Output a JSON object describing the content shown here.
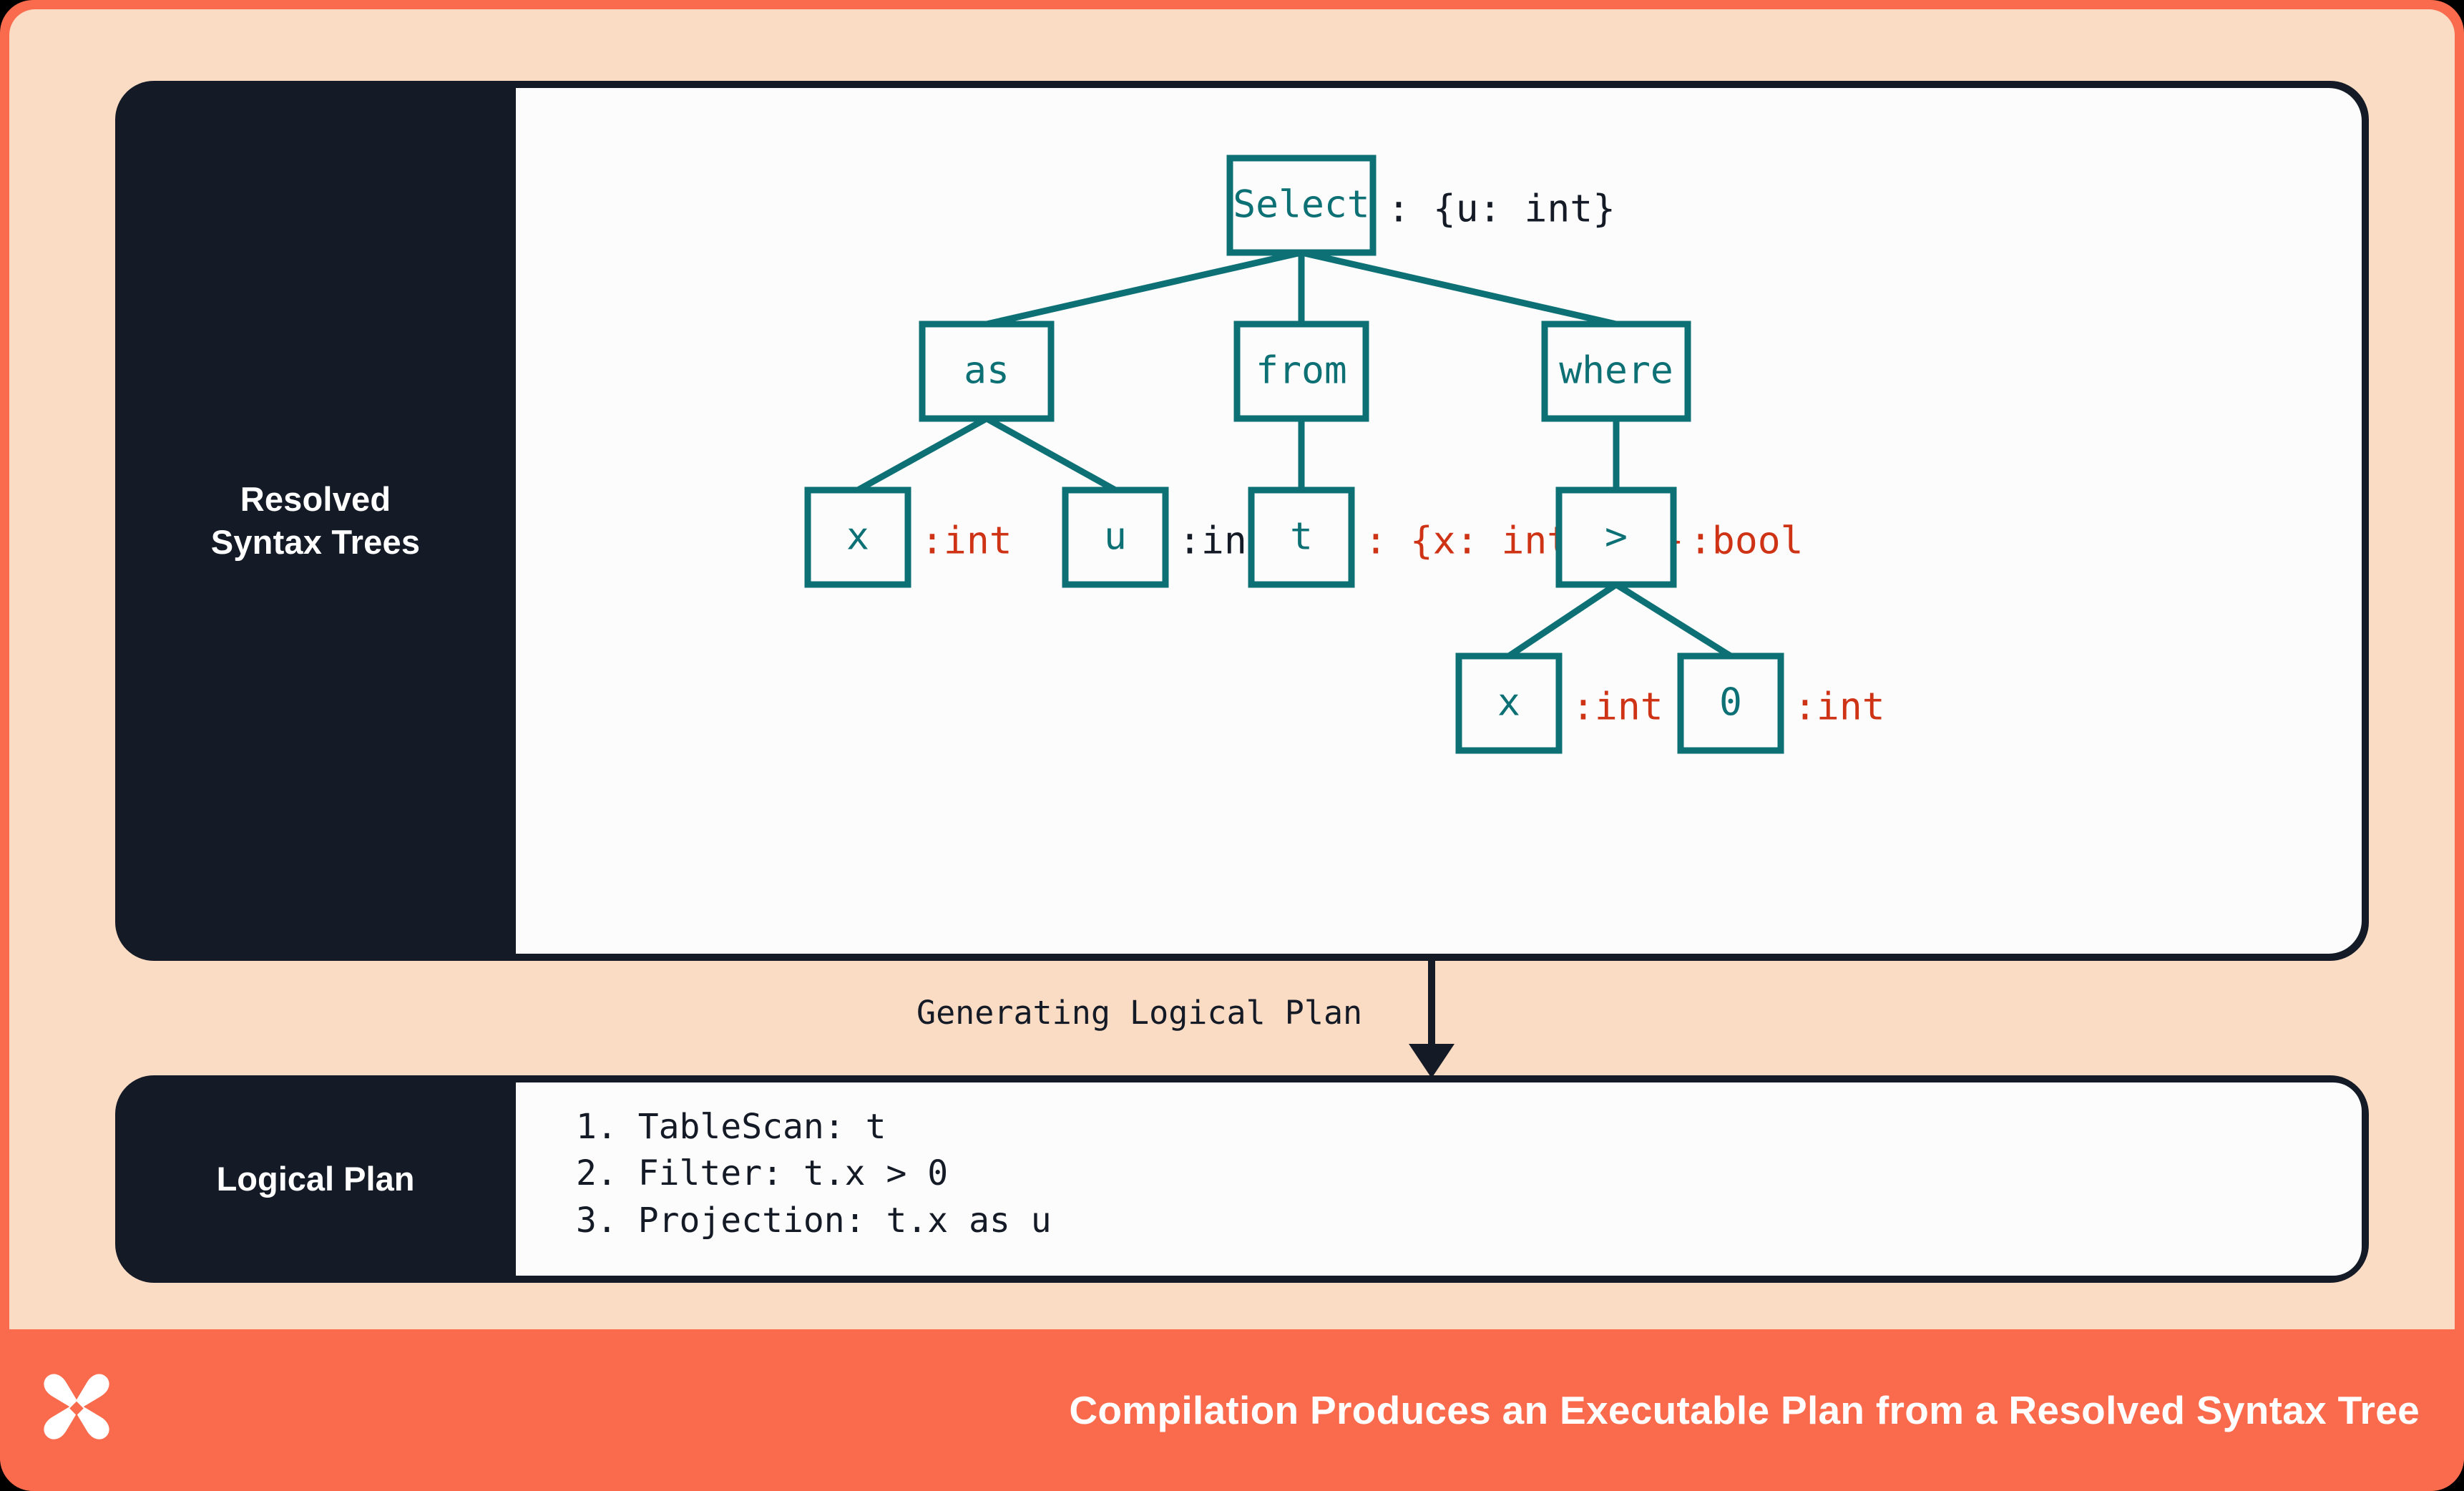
{
  "theme": {
    "frame_orange": "#FA6B4D",
    "page_peach": "#FADCC5",
    "panel_dark": "#141A26",
    "panel_body": "#FCFCFC",
    "node_teal": "#0C7075",
    "annotation_red": "#CF3316",
    "annotation_dark": "#141A26"
  },
  "panels": {
    "rst": {
      "label": "Resolved\nSyntax Trees"
    },
    "logical_plan": {
      "label": "Logical Plan",
      "steps": [
        "1. TableScan: t",
        "2. Filter: t.x > 0",
        "3. Projection: t.x as u"
      ]
    }
  },
  "transition": {
    "label": "Generating Logical Plan"
  },
  "footer": {
    "caption": "Compilation Produces an Executable Plan from a Resolved Syntax Tree"
  },
  "tree": {
    "nodes": [
      {
        "id": "select",
        "label": "Select",
        "annotation": ": {u: int}",
        "annotation_color": "dark"
      },
      {
        "id": "as",
        "label": "as",
        "annotation": "",
        "annotation_color": "none"
      },
      {
        "id": "from",
        "label": "from",
        "annotation": "",
        "annotation_color": "none"
      },
      {
        "id": "where",
        "label": "where",
        "annotation": "",
        "annotation_color": "none"
      },
      {
        "id": "as-x",
        "label": "x",
        "annotation": ":int",
        "annotation_color": "red"
      },
      {
        "id": "as-u",
        "label": "u",
        "annotation": ":int",
        "annotation_color": "dark"
      },
      {
        "id": "from-t",
        "label": "t",
        "annotation": ": {x: int,...}",
        "annotation_color": "red"
      },
      {
        "id": "gt",
        "label": ">",
        "annotation": ":bool",
        "annotation_color": "red"
      },
      {
        "id": "gt-x",
        "label": "x",
        "annotation": ":int",
        "annotation_color": "red"
      },
      {
        "id": "gt-0",
        "label": "0",
        "annotation": ":int",
        "annotation_color": "red"
      }
    ],
    "edges": [
      [
        "select",
        "as"
      ],
      [
        "select",
        "from"
      ],
      [
        "select",
        "where"
      ],
      [
        "as",
        "as-x"
      ],
      [
        "as",
        "as-u"
      ],
      [
        "from",
        "from-t"
      ],
      [
        "where",
        "gt"
      ],
      [
        "gt",
        "gt-x"
      ],
      [
        "gt",
        "gt-0"
      ]
    ]
  }
}
